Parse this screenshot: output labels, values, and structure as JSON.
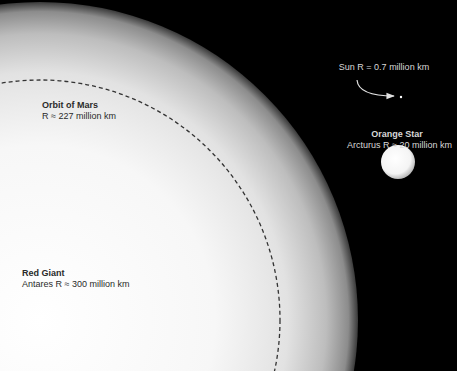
{
  "diagram": {
    "labels": [
      "Sun R = 0.7 million km",
      "Orange Star",
      "Arcturus R ≈ 20 million km",
      "Orbit of Mars",
      "R ≈ 227 million km",
      "Red Giant",
      "Antares R ≈ 300 million km"
    ]
  }
}
